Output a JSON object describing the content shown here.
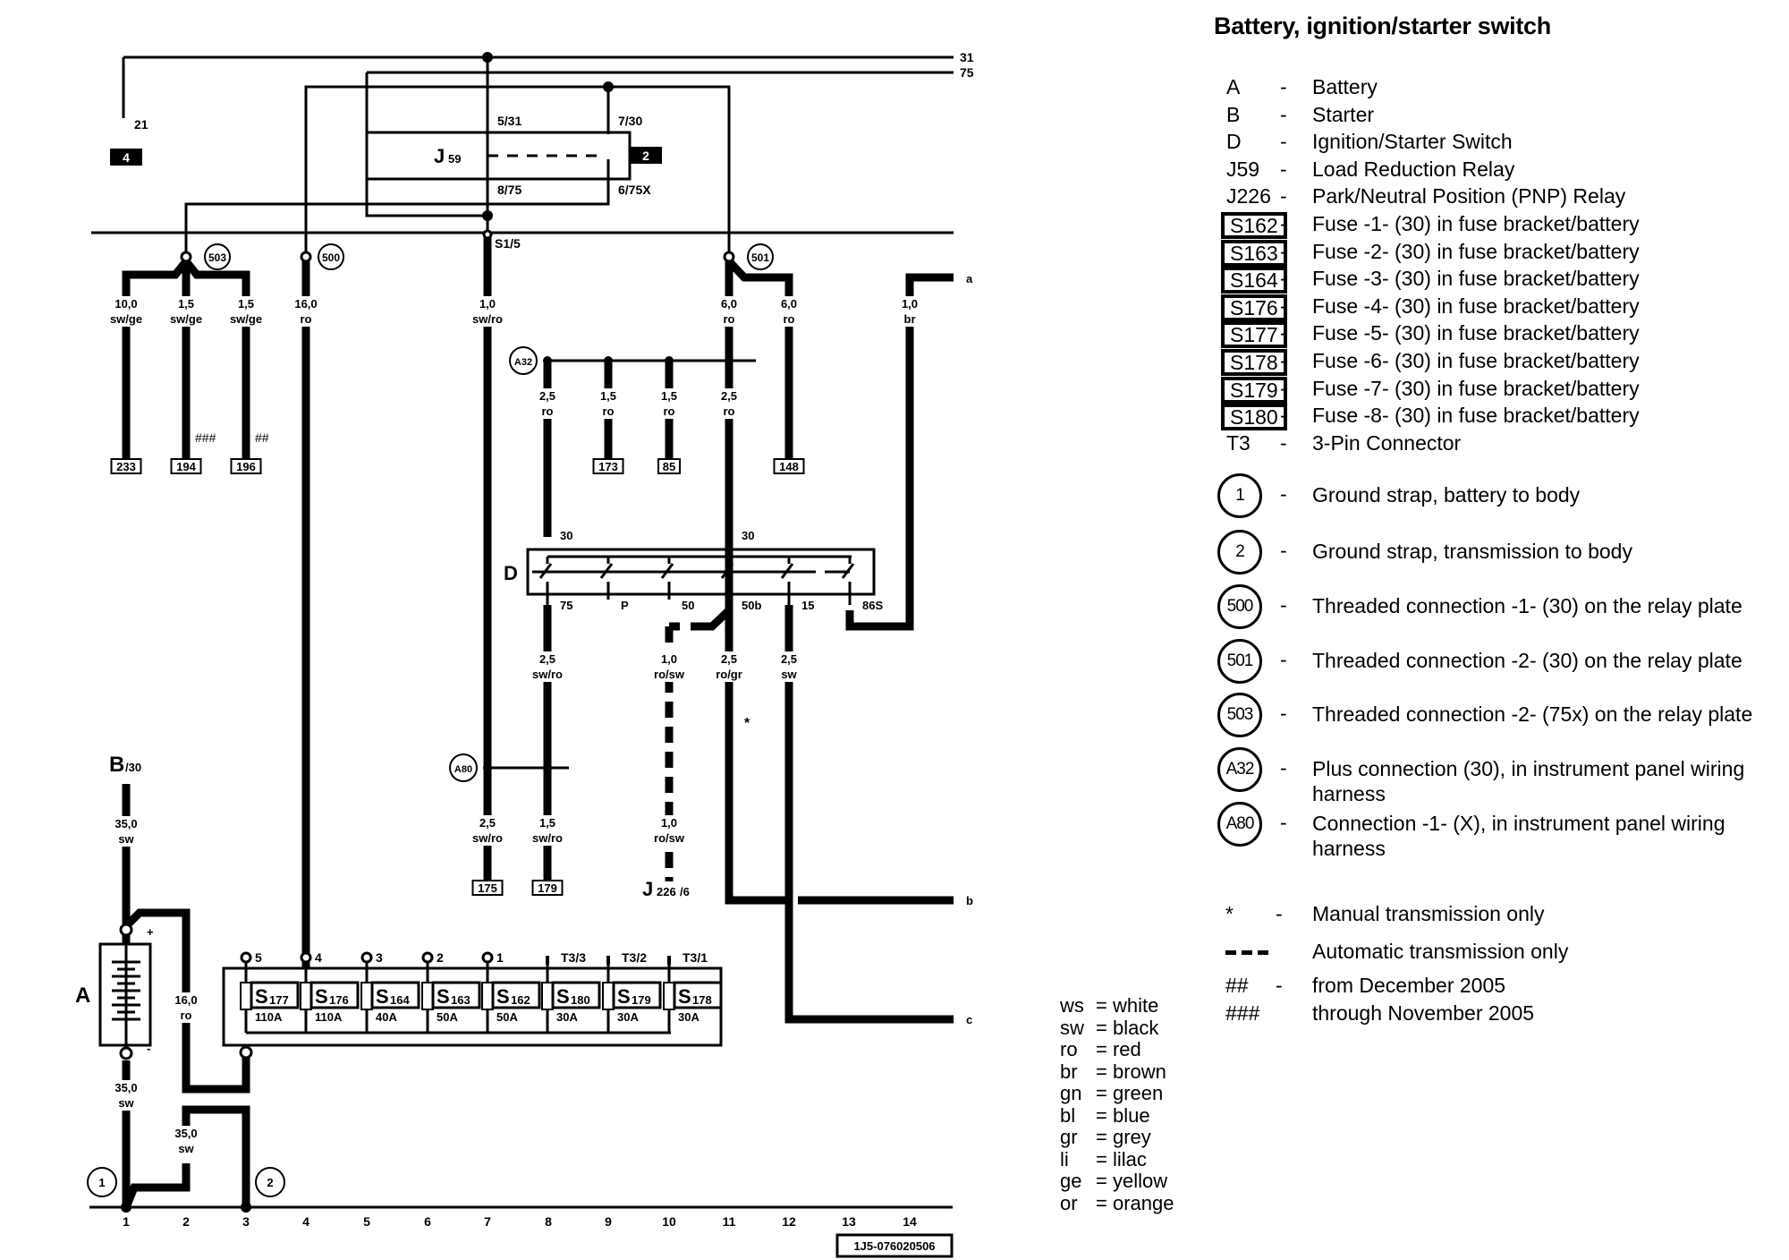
{
  "title": "Battery, ignition/starter switch",
  "doc_number": "1J5-076020506",
  "components": [
    {
      "code": "A",
      "desc": "Battery",
      "boxed": false
    },
    {
      "code": "B",
      "desc": "Starter",
      "boxed": false
    },
    {
      "code": "D",
      "desc": "Ignition/Starter Switch",
      "boxed": false
    },
    {
      "code": "J59",
      "desc": "Load Reduction Relay",
      "boxed": false
    },
    {
      "code": "J226",
      "desc": "Park/Neutral Position (PNP) Relay",
      "boxed": false
    },
    {
      "code": "S162",
      "desc": "Fuse -1- (30) in fuse bracket/battery",
      "boxed": true
    },
    {
      "code": "S163",
      "desc": "Fuse -2- (30) in fuse bracket/battery",
      "boxed": true
    },
    {
      "code": "S164",
      "desc": "Fuse -3- (30) in fuse bracket/battery",
      "boxed": true
    },
    {
      "code": "S176",
      "desc": "Fuse -4- (30) in fuse bracket/battery",
      "boxed": true
    },
    {
      "code": "S177",
      "desc": "Fuse -5- (30) in fuse bracket/battery",
      "boxed": true
    },
    {
      "code": "S178",
      "desc": "Fuse -6- (30) in fuse bracket/battery",
      "boxed": true
    },
    {
      "code": "S179",
      "desc": "Fuse -7- (30) in fuse bracket/battery",
      "boxed": true
    },
    {
      "code": "S180",
      "desc": "Fuse -8- (30) in fuse bracket/battery",
      "boxed": true
    },
    {
      "code": "T3",
      "desc": "3-Pin Connector",
      "boxed": false
    }
  ],
  "connections": [
    {
      "code": "1",
      "desc": [
        "Ground strap, battery to body"
      ]
    },
    {
      "code": "2",
      "desc": [
        "Ground strap, transmission to body"
      ]
    },
    {
      "code": "500",
      "desc": [
        "Threaded connection -1- (30) on the relay plate"
      ]
    },
    {
      "code": "501",
      "desc": [
        "Threaded connection -2- (30) on the relay plate"
      ]
    },
    {
      "code": "503",
      "desc": [
        "Threaded connection -2- (75x) on the relay plate"
      ]
    },
    {
      "code": "A32",
      "desc": [
        "Plus connection (30), in instrument panel wiring",
        "harness"
      ]
    },
    {
      "code": "A80",
      "desc": [
        "Connection -1- (X), in instrument panel wiring",
        "harness"
      ]
    }
  ],
  "notes": [
    {
      "code": "*",
      "dash": "-",
      "desc": "Manual transmission only"
    },
    {
      "code": "dashed-line",
      "dash": "",
      "desc": "Automatic transmission only"
    },
    {
      "code": "##",
      "dash": "-",
      "desc": "from December 2005"
    },
    {
      "code": "###",
      "dash": "",
      "desc": "through November 2005"
    }
  ],
  "wire_colors": [
    {
      "code": "ws",
      "name": "white"
    },
    {
      "code": "sw",
      "name": "black"
    },
    {
      "code": "ro",
      "name": "red"
    },
    {
      "code": "br",
      "name": "brown"
    },
    {
      "code": "gn",
      "name": "green"
    },
    {
      "code": "bl",
      "name": "blue"
    },
    {
      "code": "gr",
      "name": "grey"
    },
    {
      "code": "li",
      "name": "lilac"
    },
    {
      "code": "ge",
      "name": "yellow"
    },
    {
      "code": "or",
      "name": "orange"
    }
  ],
  "diagram": {
    "bus_labels": [
      "31",
      "75"
    ],
    "ref_21": "21",
    "ref_box_4": "4",
    "ref_box_2": "2",
    "relay": {
      "name": "J",
      "sub": "59",
      "pins": [
        "5/31",
        "7/30",
        "8/75",
        "6/75X"
      ]
    },
    "s15": "S1/5",
    "circles": {
      "c503": "503",
      "c500": "500",
      "c501": "501",
      "cA32": "A32",
      "cA80": "A80",
      "g1": "1",
      "g2": "2"
    },
    "wires_top": [
      {
        "size": "10,0",
        "color": "sw/ge",
        "dest": "233",
        "note": ""
      },
      {
        "size": "1,5",
        "color": "sw/ge",
        "dest": "194",
        "note": "###"
      },
      {
        "size": "1,5",
        "color": "sw/ge",
        "dest": "196",
        "note": "##"
      },
      {
        "size": "16,0",
        "color": "ro",
        "dest": "",
        "note": ""
      },
      {
        "size": "1,0",
        "color": "sw/ro",
        "dest": "",
        "note": ""
      },
      {
        "size": "6,0",
        "color": "ro",
        "dest": "",
        "note": ""
      },
      {
        "size": "6,0",
        "color": "ro",
        "dest": "148",
        "note": ""
      },
      {
        "size": "1,0",
        "color": "br",
        "dest": "",
        "note": ""
      }
    ],
    "wires_a32": [
      {
        "size": "2,5",
        "color": "ro",
        "dest": ""
      },
      {
        "size": "1,5",
        "color": "ro",
        "dest": "173"
      },
      {
        "size": "1,5",
        "color": "ro",
        "dest": "85"
      },
      {
        "size": "2,5",
        "color": "ro",
        "dest": ""
      }
    ],
    "switch": {
      "name": "D",
      "top_pins": [
        "30",
        "30"
      ],
      "bottom_pins": [
        "75",
        "P",
        "50",
        "50b",
        "15",
        "86S"
      ]
    },
    "wires_switch": [
      {
        "size": "2,5",
        "color": "sw/ro"
      },
      {
        "size": "1,0",
        "color": "ro/sw"
      },
      {
        "size": "2,5",
        "color": "ro/gr"
      },
      {
        "size": "2,5",
        "color": "sw"
      }
    ],
    "wires_a80": [
      {
        "size": "2,5",
        "color": "sw/ro",
        "dest": "175"
      },
      {
        "size": "1,5",
        "color": "sw/ro",
        "dest": "179"
      }
    ],
    "j226_wire": {
      "size": "1,0",
      "color": "ro/sw",
      "dest": "J",
      "dest_sub": "226",
      "dest_pin": "/6"
    },
    "star": "*",
    "right_refs": [
      "a",
      "b",
      "c"
    ],
    "starter": {
      "name": "B",
      "pin": "/30",
      "size": "35,0",
      "color": "sw"
    },
    "battery": {
      "name": "A",
      "plus": "+",
      "minus": "-"
    },
    "battery_fuse_wire": {
      "size": "16,0",
      "color": "ro"
    },
    "ground_wires": [
      {
        "size": "35,0",
        "color": "sw"
      },
      {
        "size": "35,0",
        "color": "sw"
      }
    ],
    "fuse_terminals": [
      "5",
      "4",
      "3",
      "2",
      "1",
      "T3/3",
      "T3/2",
      "T3/1"
    ],
    "fuses": [
      {
        "name": "S",
        "num": "177",
        "rating": "110A"
      },
      {
        "name": "S",
        "num": "176",
        "rating": "110A"
      },
      {
        "name": "S",
        "num": "164",
        "rating": "40A"
      },
      {
        "name": "S",
        "num": "163",
        "rating": "50A"
      },
      {
        "name": "S",
        "num": "162",
        "rating": "50A"
      },
      {
        "name": "S",
        "num": "180",
        "rating": "30A"
      },
      {
        "name": "S",
        "num": "179",
        "rating": "30A"
      },
      {
        "name": "S",
        "num": "178",
        "rating": "30A"
      }
    ],
    "ruler": [
      "1",
      "2",
      "3",
      "4",
      "5",
      "6",
      "7",
      "8",
      "9",
      "10",
      "11",
      "12",
      "13",
      "14"
    ]
  }
}
